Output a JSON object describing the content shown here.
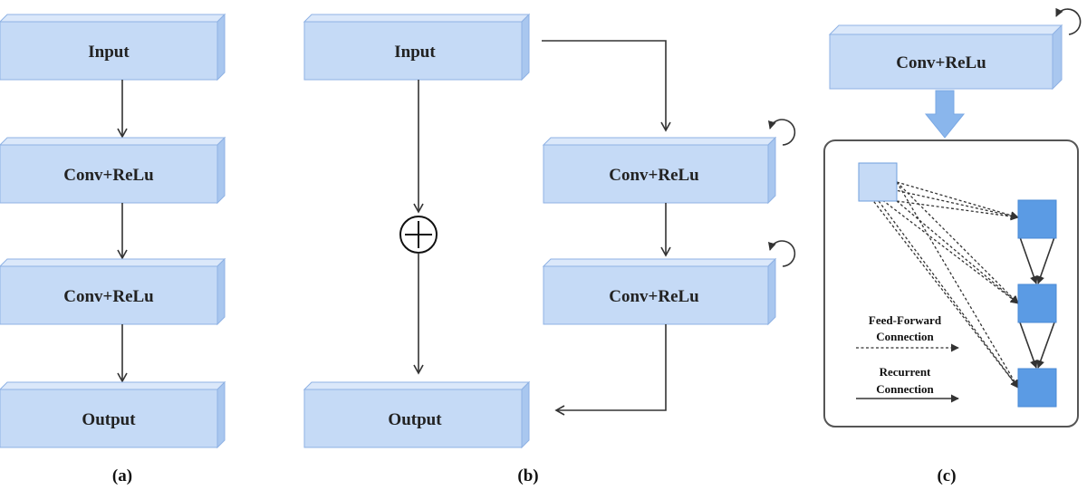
{
  "panel_a": {
    "input_label": "Input",
    "conv1_label": "Conv+ReLu",
    "conv2_label": "Conv+ReLu",
    "output_label": "Output",
    "caption": "(a)"
  },
  "panel_b": {
    "input_label": "Input",
    "conv1_label": "Conv+ReLu",
    "conv2_label": "Conv+ReLu",
    "output_label": "Output",
    "caption": "(b)"
  },
  "panel_c": {
    "conv_label": "Conv+ReLu",
    "legend_ff_line1": "Feed-Forward",
    "legend_ff_line2": "Connection",
    "legend_rec_line1": "Recurrent",
    "legend_rec_line2": "Connection",
    "caption": "(c)"
  },
  "colors": {
    "box_front": "#c5daf6",
    "box_side": "#a9c7ef",
    "node": "#5b9be4",
    "big_arrow": "#8ab6ec"
  }
}
